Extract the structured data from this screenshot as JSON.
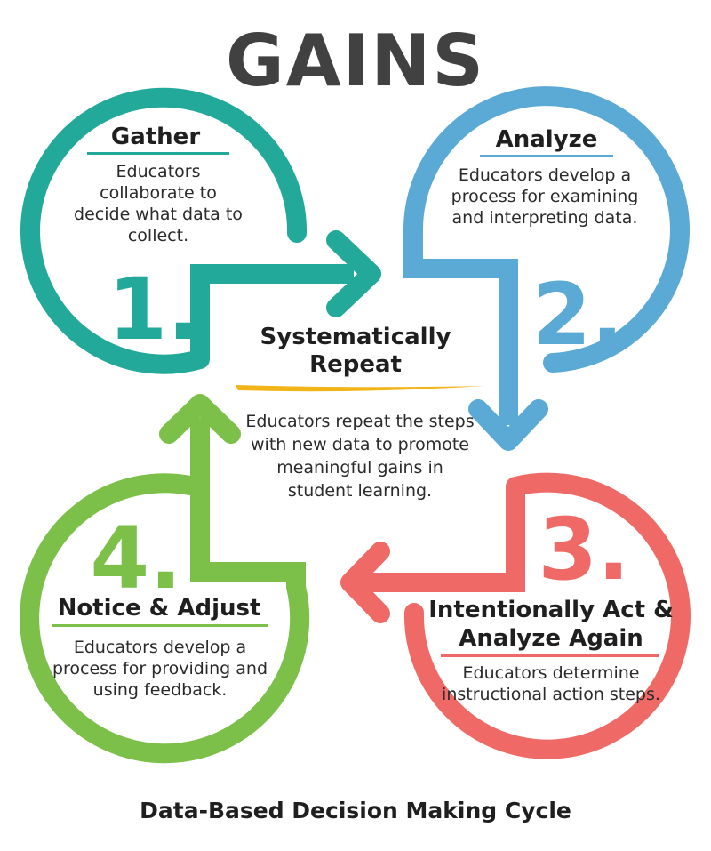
{
  "title": "GAINS",
  "colors": {
    "gather": "#23a99a",
    "analyze": "#5aaad5",
    "act": "#ef6a66",
    "notice": "#7cc04a",
    "repeat_rule": "#f2b519",
    "title": "#414142"
  },
  "steps": [
    {
      "number": "1.",
      "heading": "Gather",
      "text": "Educators collaborate to decide what data to collect."
    },
    {
      "number": "2.",
      "heading": "Analyze",
      "text": "Educators develop a process for examining and interpreting data."
    },
    {
      "number": "3.",
      "heading": "Intentionally Act & Analyze Again",
      "text": "Educators determine instructional action steps."
    },
    {
      "number": "4.",
      "heading": "Notice & Adjust",
      "text": "Educators develop a process for providing and using feedback."
    }
  ],
  "center": {
    "heading": "Systematically Repeat",
    "text": "Educators repeat the steps with new data to promote meaningful gains in student learning."
  },
  "caption": "Data-Based Decision Making Cycle"
}
